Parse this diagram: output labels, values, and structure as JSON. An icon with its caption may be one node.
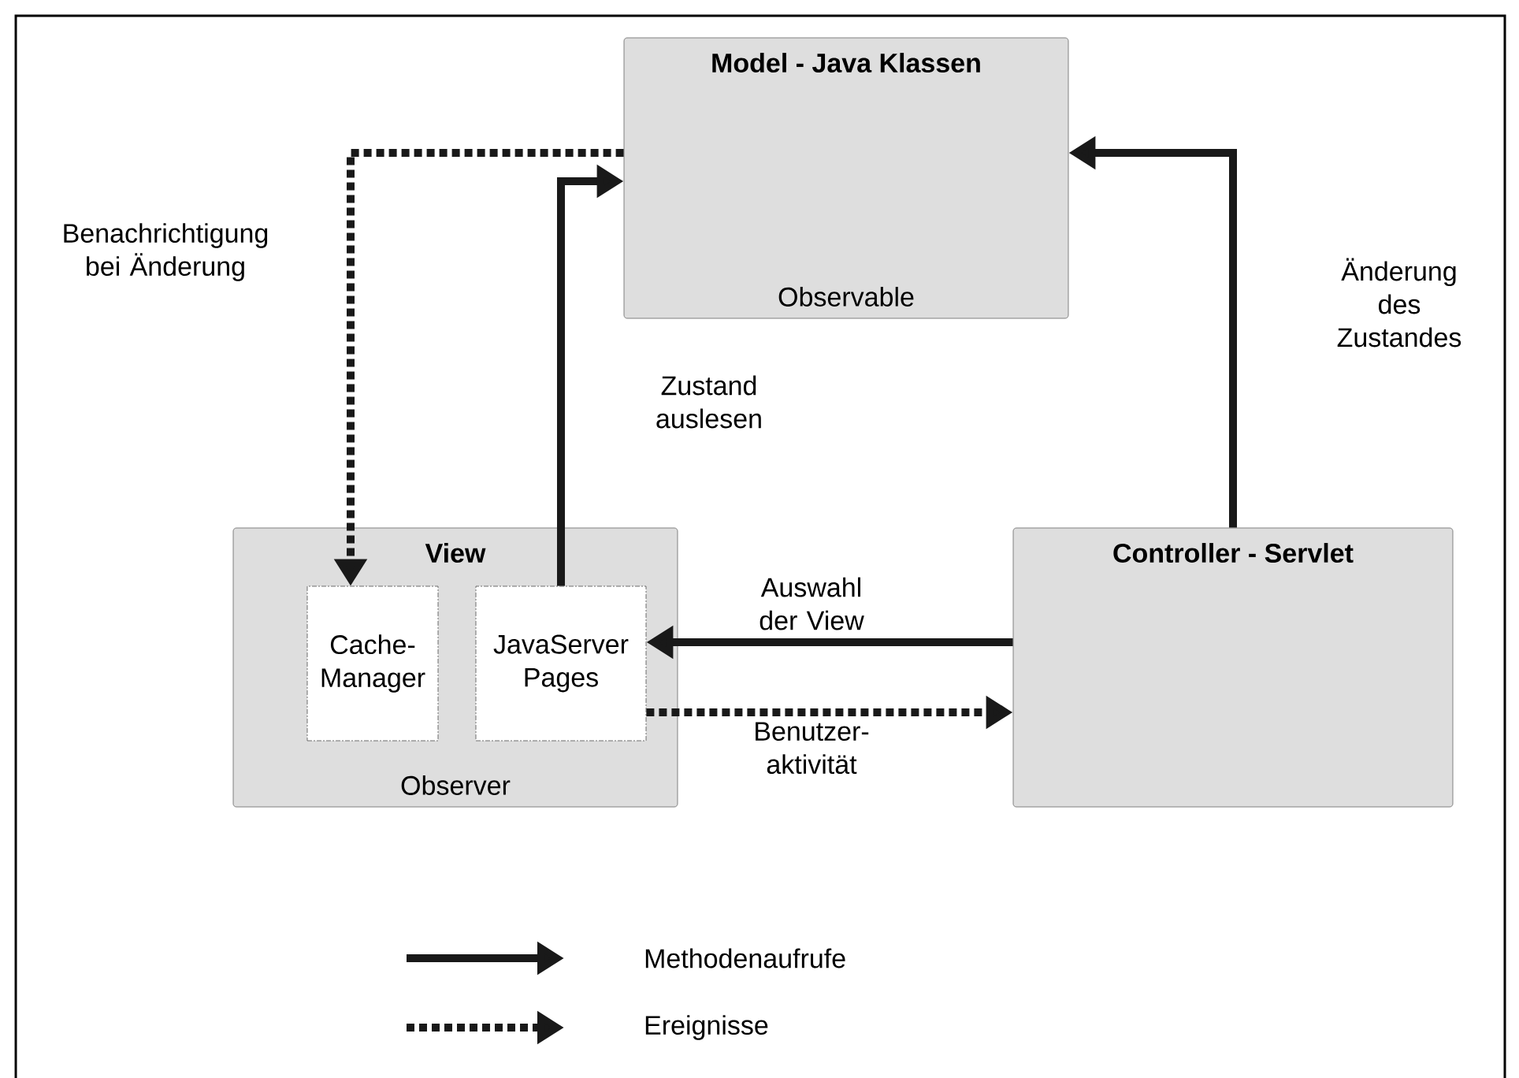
{
  "diagram": {
    "nodes": [
      {
        "text": [
          "Model - Java Klassen",
          "Observable"
        ]
      },
      {
        "text": [
          "View",
          "Observer"
        ]
      },
      {
        "text": [
          "Cache- Manager"
        ],
        "in": 1
      },
      {
        "text": [
          "JavaServer Pages"
        ],
        "in": 1
      },
      {
        "text": [
          "Controller - Servlet"
        ]
      }
    ],
    "edges": [
      {
        "from": 0,
        "to": 2,
        "arrow": "to",
        "style": "dashed",
        "label": "Benachrichtigung bei Änderung"
      },
      {
        "from": 3,
        "to": 0,
        "arrow": "to",
        "label": "Zustand auslesen"
      },
      {
        "from": 4,
        "to": 0,
        "arrow": "to",
        "label": "Änderung des Zustandes"
      },
      {
        "from": 4,
        "to": 3,
        "arrow": "to",
        "label": "Auswahl der View"
      },
      {
        "from": 3,
        "to": 4,
        "arrow": "to",
        "style": "dashed",
        "label": "Benutzer- aktivität"
      }
    ],
    "legend": [
      {
        "text": "Methodenaufrufe"
      },
      {
        "text": "Ereignisse"
      }
    ]
  }
}
